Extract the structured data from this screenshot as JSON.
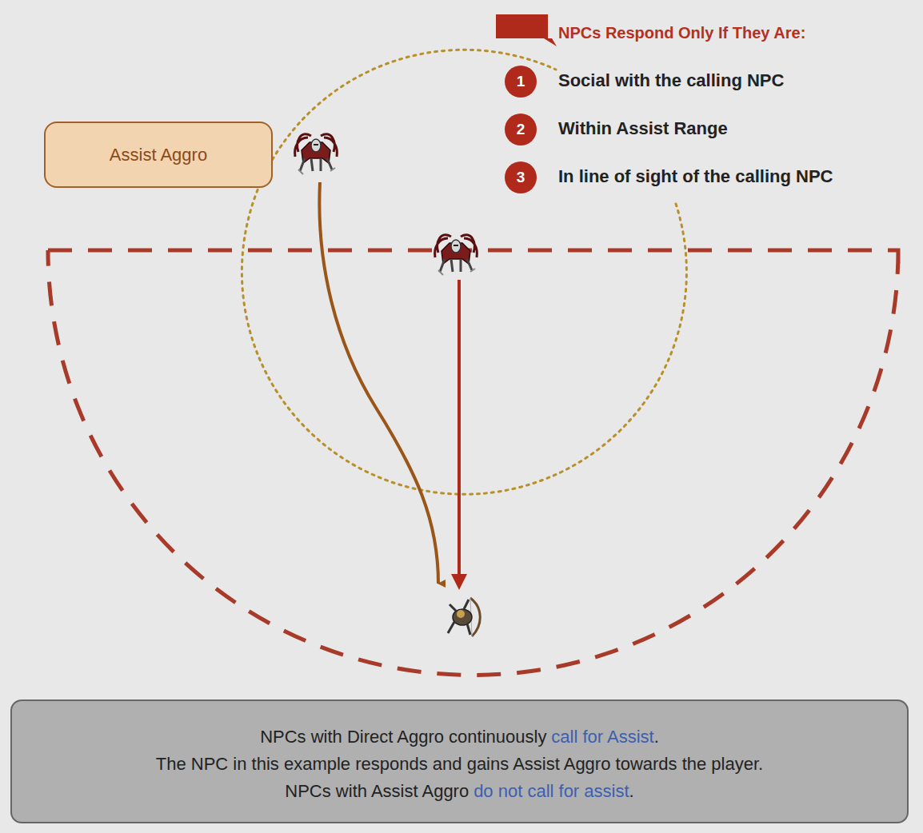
{
  "diagram": {
    "nodes": [
      {
        "text": [
          "Assist Aggro"
        ]
      },
      {
        "text": [
          "NPCs with Direct Aggro continuously",
          "call for Assist",
          ".",
          "The NPC in this example responds and gains Assist Aggro towards the player.",
          "NPCs with Assist Aggro",
          "do not call for assist",
          "."
        ]
      }
    ],
    "labels": [
      "NPCs Respond Only If They Are:",
      "1",
      "Social with the calling NPC",
      "2",
      "Within Assist Range",
      "3",
      "In line of sight of the calling NPC"
    ]
  }
}
